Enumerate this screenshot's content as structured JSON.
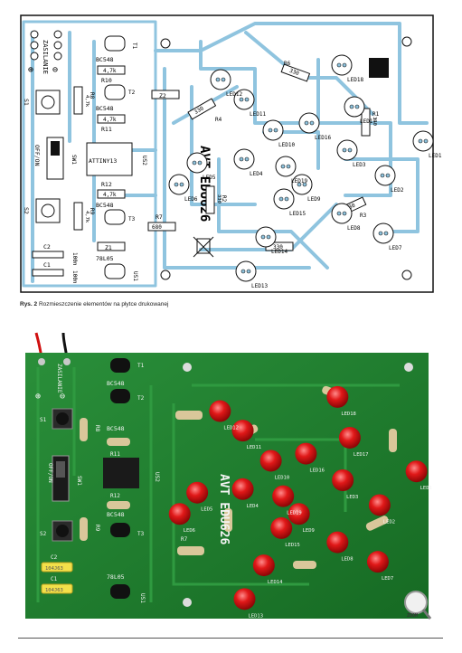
{
  "caption": {
    "label": "Rys. 2",
    "text": "Rozmieszczenie elementów na płytce drukowanej"
  },
  "colors": {
    "trace": "#8fc4df",
    "silk": "#111111",
    "board_green": "#1f7f2e",
    "silk_white": "#f4f4f4",
    "led_red": "#e01818",
    "wire_red": "#d01010",
    "cap_yellow": "#f3e04a"
  },
  "board": {
    "title": "AVT EDU626",
    "power_label": "ZASILANIE",
    "plus_symbol": "⊕",
    "minus_symbol": "⊖",
    "switch_label": "OFF/ON",
    "logo_text": "ZOOM"
  },
  "layout": {
    "resistors": [
      {
        "ref": "R10",
        "value": "4,7k"
      },
      {
        "ref": "R11",
        "value": "4,7k"
      },
      {
        "ref": "R12",
        "value": "4,7k"
      },
      {
        "ref": "R8",
        "value": "4,7k"
      },
      {
        "ref": "R9",
        "value": "4,7k"
      },
      {
        "ref": "R7",
        "value": "680"
      },
      {
        "ref": "R1",
        "value": "330"
      },
      {
        "ref": "R2",
        "value": "330"
      },
      {
        "ref": "R3",
        "value": "330"
      },
      {
        "ref": "R4",
        "value": "330"
      },
      {
        "ref": "R5",
        "value": "330"
      },
      {
        "ref": "R6",
        "value": "330"
      }
    ],
    "transistors": [
      {
        "ref": "T1",
        "value": "BC548"
      },
      {
        "ref": "T2",
        "value": "BC548"
      },
      {
        "ref": "T3",
        "value": "BC548"
      }
    ],
    "ic": {
      "ref": "US2",
      "value": "ATTINY13"
    },
    "regulator": {
      "ref": "US1",
      "value": "78L05"
    },
    "zener_top": "Z2",
    "zener_bottom": "Z1",
    "buttons": [
      "S1",
      "S2"
    ],
    "switch_ref": "SW1",
    "capacitors": [
      {
        "ref": "C2",
        "value": "100n"
      },
      {
        "ref": "C1",
        "value": "100n"
      }
    ],
    "leds": [
      "LED1",
      "LED2",
      "LED3",
      "LED4",
      "LED5",
      "LED6",
      "LED7",
      "LED8",
      "LED9",
      "LED10",
      "LED11",
      "LED12",
      "LED13",
      "LED14",
      "LED15",
      "LED16",
      "LED17",
      "LED18",
      "LED19"
    ]
  },
  "photo": {
    "transistor_labels": [
      "BC548",
      "BC548",
      "BC548"
    ],
    "ic_label": "US2",
    "cap_value": "104J63"
  }
}
